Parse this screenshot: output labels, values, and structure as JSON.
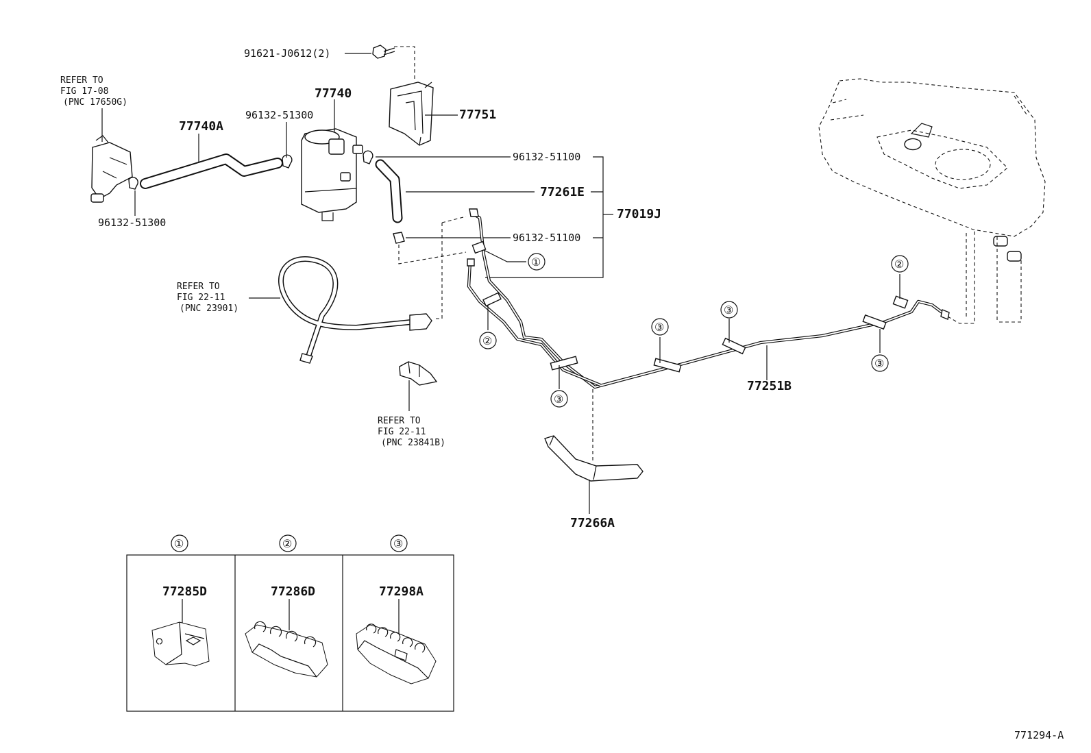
{
  "labels": {
    "bolt": "91621-J0612(2)",
    "bracket": "77751",
    "canister": "77740",
    "hose_a": "77740A",
    "clamp_top_left": "96132-51300",
    "clamp_bottom_left": "96132-51300",
    "clamp_right_top": "96132-51100",
    "hose_e": "77261E",
    "clamp_right_mid": "96132-51100",
    "assembly": "77019J",
    "tube_b": "77251B",
    "protector": "77266A",
    "clamp_detail_1": "77285D",
    "clamp_detail_2": "77286D",
    "clamp_detail_3": "77298A",
    "diagram_id": "771294-A"
  },
  "refs": {
    "vsv": [
      "REFER TO",
      "FIG 17-08",
      "(PNC 17650G)"
    ],
    "fuel_hose": [
      "REFER TO",
      "FIG 22-11",
      "(PNC 23901)"
    ],
    "hose_clamp": [
      "REFER TO",
      "FIG 22-11",
      "(PNC 23841B)"
    ]
  },
  "callouts": {
    "c1": "①",
    "c2": "②",
    "c3": "③"
  }
}
